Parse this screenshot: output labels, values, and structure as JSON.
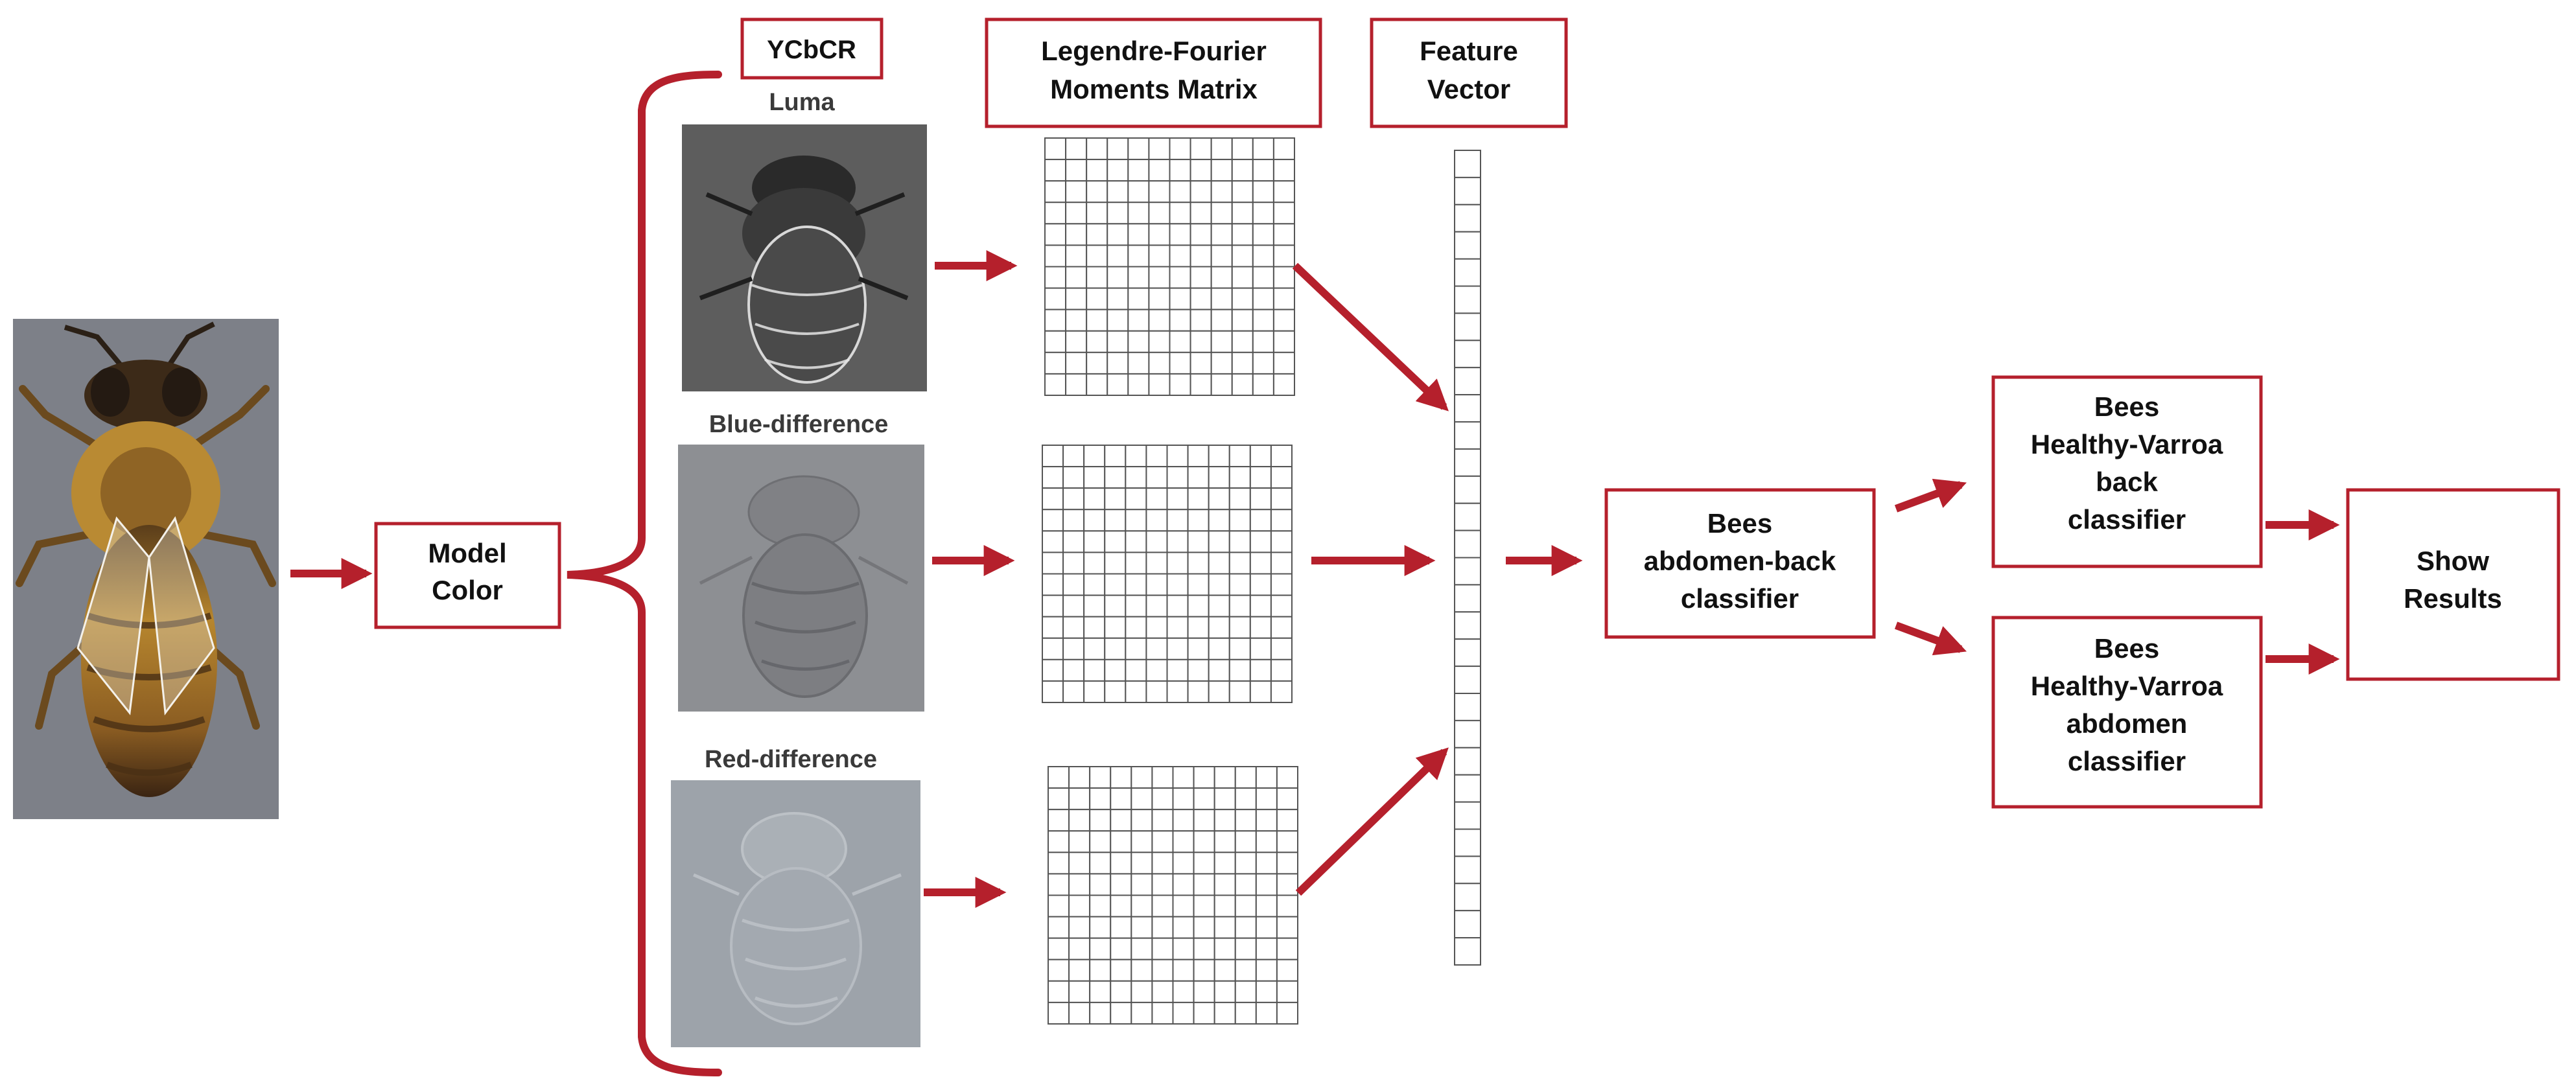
{
  "colors": {
    "accent": "#b5202c",
    "grid_line": "#555555",
    "text": "#111111"
  },
  "input_image": {
    "label": ""
  },
  "model_color": {
    "lines": [
      "Model",
      "Color"
    ]
  },
  "headers": {
    "ycbcr": {
      "lines": [
        "YCbCR"
      ]
    },
    "legendre_fourier": {
      "lines": [
        "Legendre-Fourier",
        "Moments Matrix"
      ]
    },
    "feature_vector": {
      "lines": [
        "Feature",
        "Vector"
      ]
    }
  },
  "channels": [
    {
      "label": "Luma"
    },
    {
      "label": "Blue-difference"
    },
    {
      "label": "Red-difference"
    }
  ],
  "classifiers": {
    "abdomen_back": {
      "lines": [
        "Bees",
        "abdomen-back",
        "classifier"
      ]
    },
    "healthy_varroa_back": {
      "lines": [
        "Bees",
        "Healthy-Varroa",
        "back",
        "classifier"
      ]
    },
    "healthy_varroa_abdomen": {
      "lines": [
        "Bees",
        "Healthy-Varroa",
        "abdomen",
        "classifier"
      ]
    }
  },
  "show_results": {
    "lines": [
      "Show",
      "Results"
    ]
  }
}
